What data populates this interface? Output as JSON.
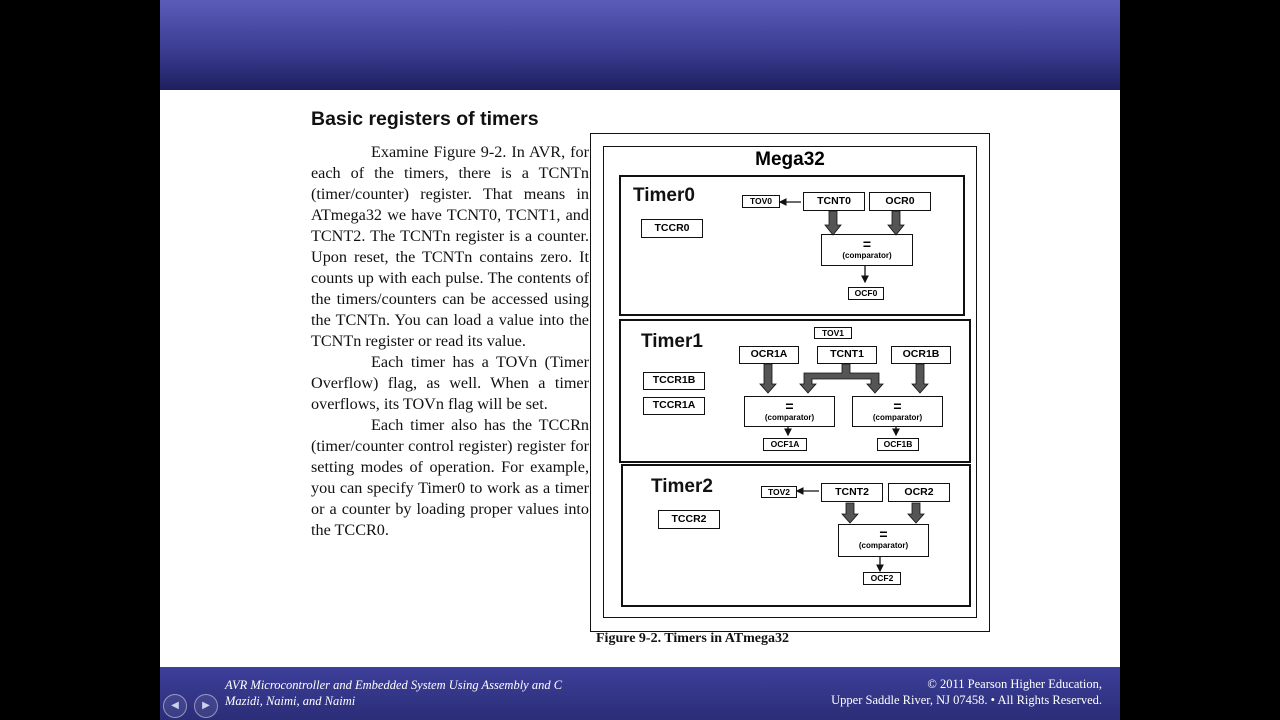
{
  "slide": {
    "heading": "Basic registers of timers",
    "paragraphs": [
      "Examine Figure 9-2. In AVR, for each of the timers, there is a TCNTn (timer/counter) register. That means in ATmega32 we have TCNT0, TCNT1, and TCNT2. The TCNTn register is a counter. Upon reset, the TCNTn contains zero. It counts up with each pulse. The contents of the timers/counters can be accessed using the TCNTn. You can load a value into the TCNTn register or read its value.",
      "Each timer has a TOVn (Timer Overflow) flag, as well. When a timer overflows, its TOVn flag will be set.",
      "Each timer also has the TCCRn (timer/counter control register) register for setting modes of operation. For example, you can specify Timer0 to work as a timer or a counter by loading proper values into the TCCR0."
    ],
    "figure": {
      "title": "Mega32",
      "caption": "Figure 9-2. Timers in ATmega32",
      "comparator_symbol": "=",
      "comparator_label": "(comparator)",
      "timer0": {
        "name": "Timer0",
        "tov": "TOV0",
        "tcnt": "TCNT0",
        "ocr": "OCR0",
        "tccr": "TCCR0",
        "ocf": "OCF0"
      },
      "timer1": {
        "name": "Timer1",
        "tov": "TOV1",
        "tcnt": "TCNT1",
        "ocra": "OCR1A",
        "ocrb": "OCR1B",
        "tccrb": "TCCR1B",
        "tccra": "TCCR1A",
        "ocfa": "OCF1A",
        "ocfb": "OCF1B"
      },
      "timer2": {
        "name": "Timer2",
        "tov": "TOV2",
        "tcnt": "TCNT2",
        "ocr": "OCR2",
        "tccr": "TCCR2",
        "ocf": "OCF2"
      }
    }
  },
  "footer": {
    "book_title": "AVR Microcontroller and Embedded System Using Assembly and C",
    "authors": "Mazidi, Naimi, and Naimi",
    "copyright": "© 2011   Pearson Higher Education,",
    "address": "Upper Saddle River, NJ 07458. • All Rights Reserved."
  },
  "nav": {
    "prev_icon": "◀",
    "next_icon": "▶"
  }
}
